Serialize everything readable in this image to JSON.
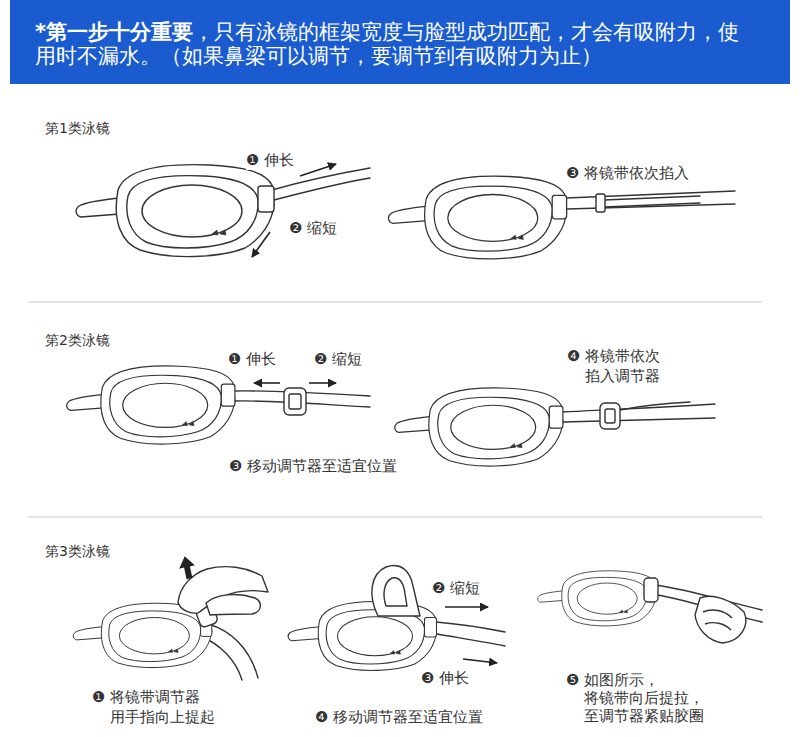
{
  "diagram": {
    "nodes": [
      {
        "text": [
          "*第一步十分重要",
          "，只有泳镜的框架宽度与脸型成功匹配，才会有吸附力，使用时不漏水。（如果鼻梁可以调节，要调节到有吸附力为止）"
        ]
      }
    ],
    "labels": [
      "第1类泳镜",
      "❶ 伸长",
      "❷ 缩短",
      "❸ 将镜带依次掐入",
      "第2类泳镜",
      "❶ 伸长",
      "❷ 缩短",
      "❹ 将镜带依次 掐入调节器",
      "❸ 移动调节器至适宜位置",
      "第3类泳镜",
      "❷ 缩短",
      "❸ 伸长",
      "❶ 将镜带调节器 用手指向上提起",
      "❹ 移动调节器至适宜位置",
      "❺ 如图所示， 将镜带向后提拉， 至调节器紧贴胶圈"
    ]
  }
}
